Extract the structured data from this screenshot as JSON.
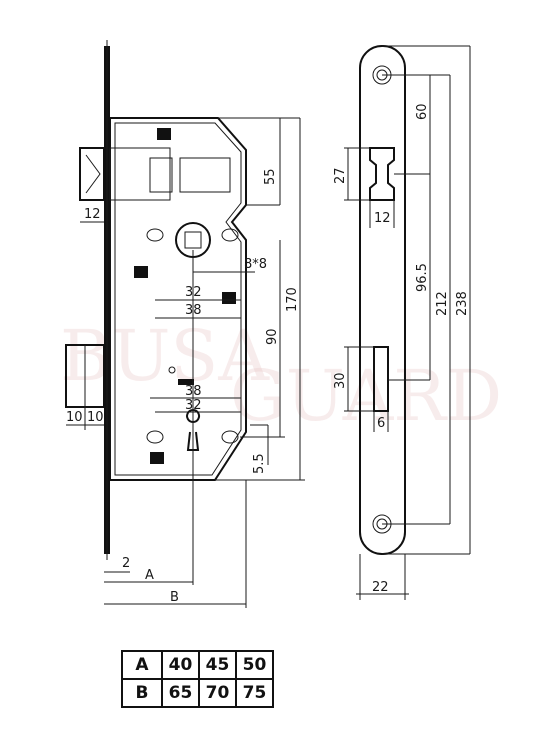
{
  "watermark": {
    "line1": "BUSA",
    "line2": "GUARD"
  },
  "dimensions": {
    "faceplate_width": "12",
    "latch_bolt_width": "12",
    "deadbolt_a": "10",
    "deadbolt_b": "10",
    "backset_offset": "2",
    "label_a": "A",
    "label_b": "B",
    "height_55": "55",
    "height_170": "170",
    "height_90": "90",
    "height_5_5": "5.5",
    "spindle": "8*8",
    "width_32_top": "32",
    "width_38_top": "38",
    "width_38_bottom": "38",
    "width_32_bottom": "32",
    "plate_60": "60",
    "plate_27": "27",
    "plate_12": "12",
    "plate_96_5": "96.5",
    "plate_212": "212",
    "plate_238": "238",
    "plate_30": "30",
    "plate_6": "6",
    "plate_22": "22"
  },
  "table": {
    "rows": [
      {
        "label": "A",
        "values": [
          "40",
          "45",
          "50"
        ]
      },
      {
        "label": "B",
        "values": [
          "65",
          "70",
          "75"
        ]
      }
    ]
  }
}
